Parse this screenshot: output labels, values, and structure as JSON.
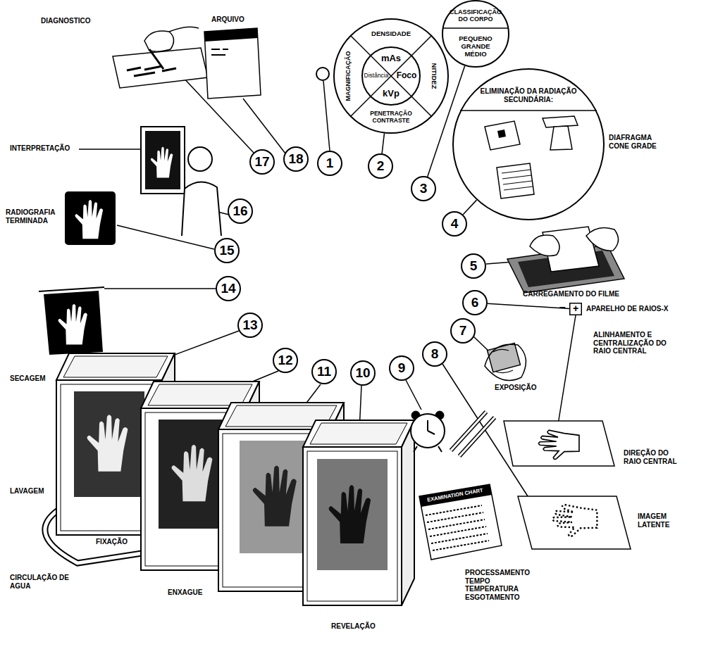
{
  "diagram": {
    "nodes": [
      {
        "text": [
          "1"
        ]
      },
      {
        "text": [
          "2"
        ]
      },
      {
        "text": [
          "3"
        ]
      },
      {
        "text": [
          "4"
        ]
      },
      {
        "text": [
          "5"
        ]
      },
      {
        "text": [
          "6"
        ]
      },
      {
        "text": [
          "7"
        ]
      },
      {
        "text": [
          "8"
        ]
      },
      {
        "text": [
          "9"
        ]
      },
      {
        "text": [
          "10"
        ]
      },
      {
        "text": [
          "11"
        ]
      },
      {
        "text": [
          "12"
        ]
      },
      {
        "text": [
          "13"
        ]
      },
      {
        "text": [
          "14"
        ]
      },
      {
        "text": [
          "15"
        ]
      },
      {
        "text": [
          "16"
        ]
      },
      {
        "text": [
          "17"
        ]
      },
      {
        "text": [
          "18"
        ]
      },
      {
        "text": [
          "DENSIDADE",
          "NITIDEZ",
          "PENETRAÇÃO CONTRASTE",
          "MAGNIFICAÇÃO"
        ]
      },
      {
        "text": [
          "mAs",
          "Distância",
          "Foco",
          "kVp"
        ],
        "in": 18
      },
      {
        "text": [
          "CLASSIFICAÇÃO DO CORPO",
          "PEQUENO GRANDE MÉDIO"
        ]
      },
      {
        "text": [
          "ELIMINAÇÃO DA RADIAÇÃO SECUNDÁRIA:"
        ]
      },
      {
        "text": [
          "+",
          "APARELHO DE RAIOS-X"
        ]
      }
    ],
    "edges": [
      {
        "from": 1,
        "to": 18,
        "arrow": "none"
      },
      {
        "from": 2,
        "to": 20,
        "arrow": "none"
      },
      {
        "from": 3,
        "to": 21,
        "arrow": "none"
      },
      {
        "from": 5,
        "to": 22,
        "arrow": "none"
      }
    ],
    "labels": [
      "DIAGNOSTICO",
      "ARQUIVO",
      "INTERPRETAÇÃO",
      "RADIOGRAFIA TERMINADA",
      "SECAGEM",
      "LAVAGEM",
      "FIXAÇÃO",
      "CIRCULAÇÃO DE AGUA",
      "ENXAGUE",
      "REVELAÇÃO",
      "PROCESSAMENTO TEMPO TEMPERATURA ESGOTAMENTO",
      "EXAMINATION CHART",
      "IMAGEM LATENTE",
      "DIREÇÃO DO RAIO CENTRAL",
      "ALINHAMENTO E CENTRALIZAÇÃO DO RAIO CENTRAL",
      "EXPOSIÇÃO",
      "CARREGAMENTO DO FILME",
      "DIAFRAGMA CONE GRADE",
      "−"
    ]
  }
}
